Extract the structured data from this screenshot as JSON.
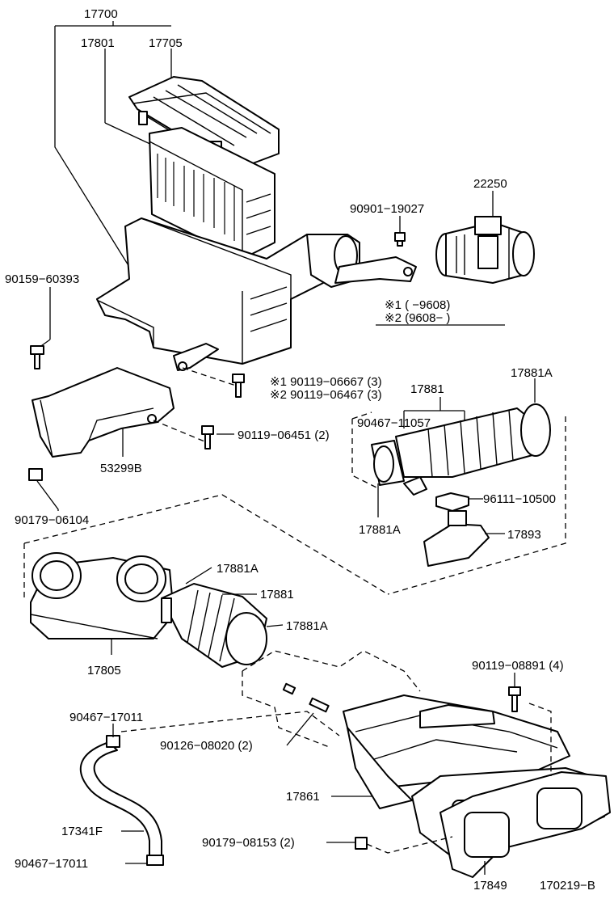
{
  "labels": {
    "p17700": "17700",
    "p17801": "17801",
    "p17705": "17705",
    "p22250": "22250",
    "p90901": "90901−19027",
    "p90159": "90159−60393",
    "note1": "※1 (      −9608)",
    "note2": "※2 (9608−        )",
    "s1bolt": "※1 90119−06667 (3)",
    "s2bolt": "※2 90119−06467 (3)",
    "p17881a_top": "17881",
    "p17881A_right": "17881A",
    "p90467_11057": "90467−11057",
    "p90119_06451": "90119−06451 (2)",
    "p53299B": "53299B",
    "p90179_06104": "90179−06104",
    "p96111": "96111−10500",
    "p17881A_low": "17881A",
    "p17893": "17893",
    "p17881A_m1": "17881A",
    "p17881_m": "17881",
    "p17881A_m2": "17881A",
    "p17805": "17805",
    "p90119_08891": "90119−08891 (4)",
    "p90467_17011_top": "90467−17011",
    "p90126": "90126−08020 (2)",
    "p17861": "17861",
    "p17341F": "17341F",
    "p90179_08153": "90179−08153 (2)",
    "p90467_17011_bot": "90467−17011",
    "p17849": "17849",
    "diagram_code": "170219−B"
  },
  "icons": [
    "air-cleaner-cap",
    "air-filter-element",
    "air-cleaner-case",
    "air-flow-meter",
    "intake-air-duct",
    "air-hose",
    "air-connector",
    "intake-chamber",
    "vacuum-hose",
    "gasket",
    "bolt",
    "clamp",
    "nut"
  ]
}
